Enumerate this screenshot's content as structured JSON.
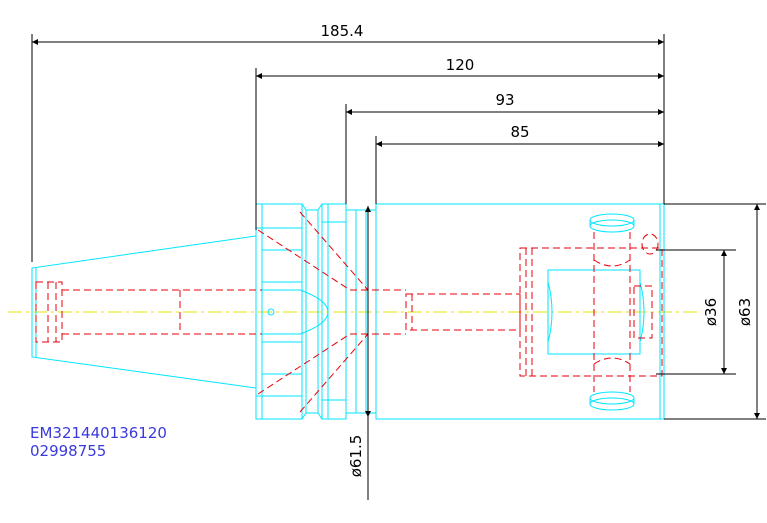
{
  "colors": {
    "outline": "#00e5ff",
    "hidden": "#e8000b",
    "centerline": "#ffff00",
    "dimension": "#000000",
    "part_code": "#3a3adc"
  },
  "dimensions": {
    "overall_length": "185.4",
    "shank_length": "120",
    "body_length_with_flange": "93",
    "body_length": "85",
    "bore_diameter": "ø36",
    "outer_diameter": "ø63",
    "flange_diameter": "ø61.5"
  },
  "part_code": {
    "line1": "EM321440136120",
    "line2": "02998755"
  }
}
